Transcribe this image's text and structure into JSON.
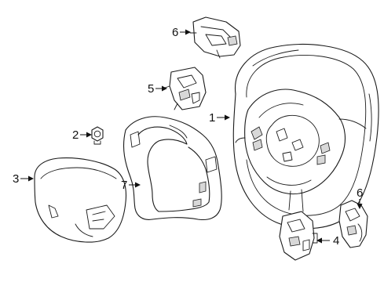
{
  "callouts": {
    "c1": "1",
    "c2": "2",
    "c3": "3",
    "c4": "4",
    "c5": "5",
    "c6_top": "6",
    "c6_right": "6",
    "c7": "7"
  },
  "parts": {
    "steering_wheel": "steering-wheel",
    "bolt": "bolt",
    "airbag": "airbag",
    "switch_lower_right": "switch",
    "switch_left": "switch",
    "clock_spring_top": "module",
    "clock_spring_right": "module",
    "bezel": "bezel"
  }
}
